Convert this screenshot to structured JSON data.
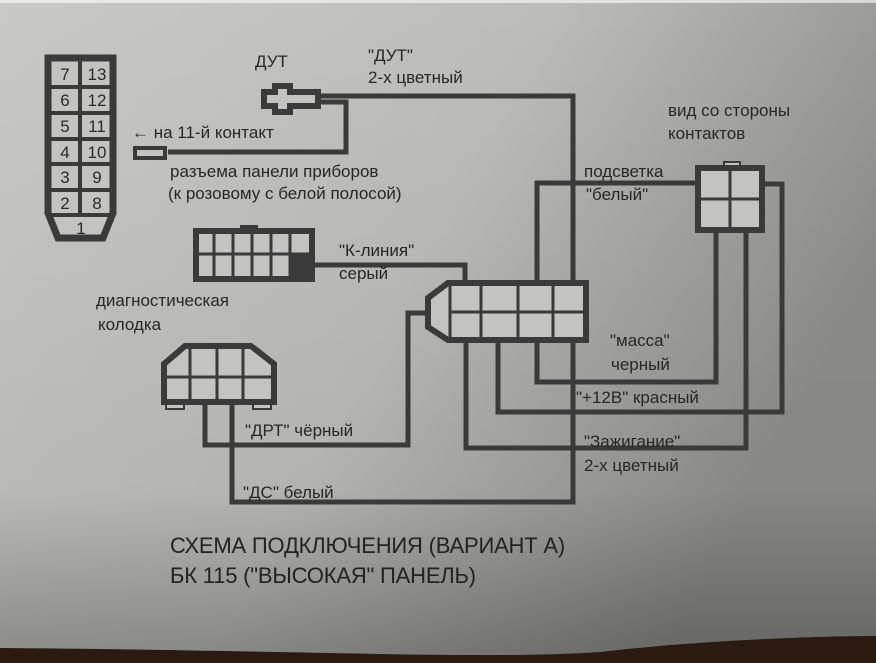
{
  "diagram": {
    "title_line1": "СХЕМА ПОДКЛЮЧЕНИЯ (ВАРИАНТ А)",
    "title_line2": "БК 115  (\"ВЫСОКАЯ\" ПАНЕЛЬ)",
    "instrument_connector": {
      "pins": [
        [
          "7",
          "13"
        ],
        [
          "6",
          "12"
        ],
        [
          "5",
          "11"
        ],
        [
          "4",
          "10"
        ],
        [
          "3",
          "9"
        ],
        [
          "2",
          "8"
        ]
      ],
      "bottom_pin": "1"
    },
    "labels": {
      "dut_sensor": "ДУТ",
      "dut_wire_line1": "\"ДУТ\"",
      "dut_wire_line2": "2-х цветный",
      "to_contact": "← на 11-й контакт",
      "panel_connector_line1": "разъема панели приборов",
      "panel_connector_line2": "(к розовому с белой полосой)",
      "contacts_view_line1": "вид со стороны",
      "contacts_view_line2": "контактов",
      "backlight_line1": "подсветка",
      "backlight_line2": "\"белый\"",
      "k_line_line1": "\"К-линия\"",
      "k_line_line2": "серый",
      "diag_block_line1": "диагностическая",
      "diag_block_line2": "колодка",
      "ground_line1": "\"масса\"",
      "ground_line2": "черный",
      "plus12_wire": "\"+12В\" красный",
      "ignition_line1": "\"Зажигание\"",
      "ignition_line2": "2-х цветный",
      "drt_wire": "\"ДРТ\" чёрный",
      "ds_wire": "\"ДС\" белый"
    },
    "colors": {
      "paper": "#c4c4c2",
      "ink": "#3a3a3a",
      "background": "#3a2016"
    }
  }
}
